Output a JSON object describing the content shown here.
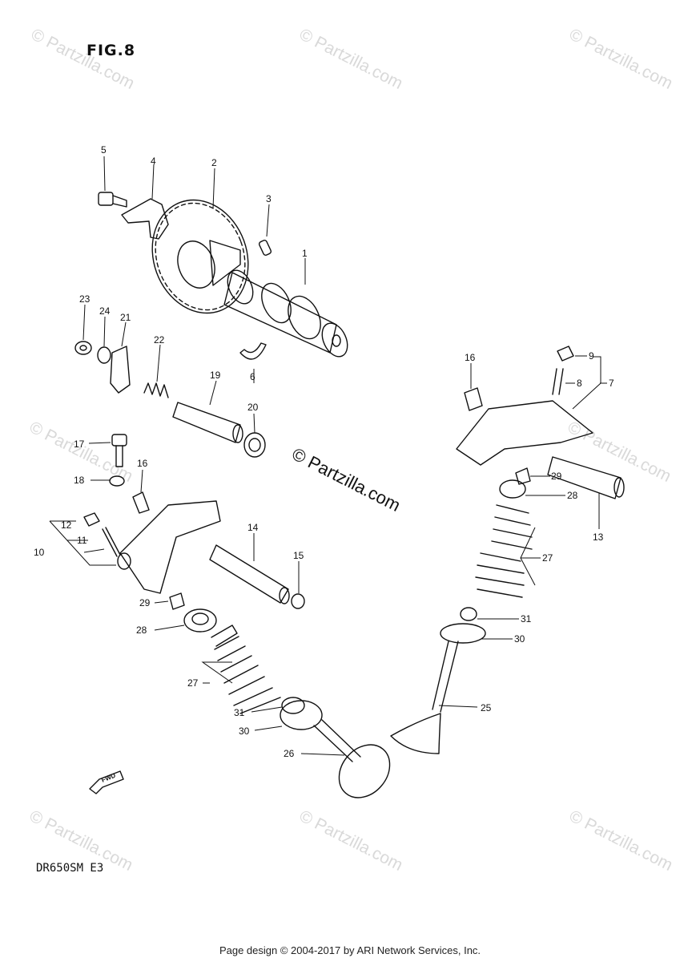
{
  "figure": {
    "title": "FIG.8",
    "model": "DR650SM E3"
  },
  "watermark": {
    "text": "© Partzilla.com"
  },
  "footer": {
    "text": "Page design © 2004-2017 by ARI Network Services, Inc."
  },
  "fwd_label": "FWD",
  "callouts": [
    "1",
    "2",
    "3",
    "4",
    "5",
    "6",
    "7",
    "8",
    "9",
    "10",
    "11",
    "12",
    "13",
    "14",
    "15",
    "16",
    "17",
    "18",
    "19",
    "20",
    "21",
    "22",
    "23",
    "24",
    "25",
    "26",
    "27",
    "28",
    "29",
    "30",
    "31"
  ]
}
